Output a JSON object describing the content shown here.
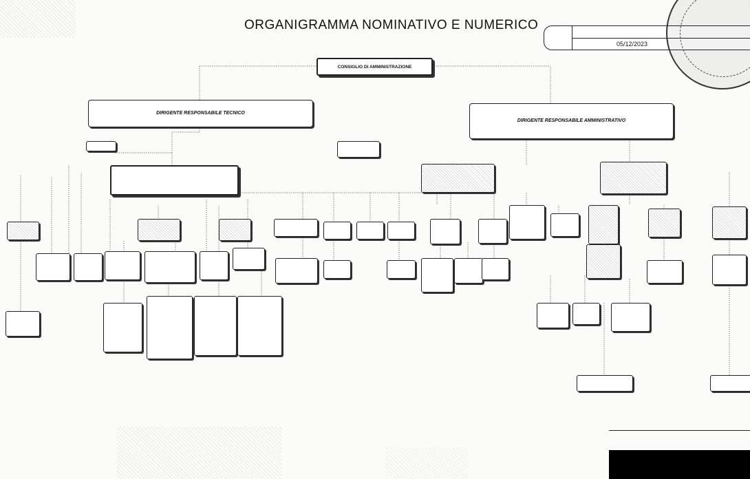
{
  "header": {
    "title": "ORGANIGRAMMA NOMINATIVO E NUMERICO",
    "date_mark": "",
    "date": "05/12/2023"
  },
  "stamp": {
    "logo": "",
    "ring_text": ""
  },
  "chart": {
    "consiglio": "CONSIGLIO DI AMMINISTRAZIONE",
    "dir_tecnico": {
      "title": "DIRIGENTE RESPONSABILE TECNICO",
      "line1": "",
      "line2": "",
      "line3": ""
    },
    "dir_amministrativo": {
      "title": "DIRIGENTE RESPONSABILE AMMINISTRATIVO",
      "line1": "",
      "line2": ""
    },
    "nodes": {
      "rspp": "",
      "gestione_trasporto": "",
      "rup": "",
      "resp_legale": "",
      "resp_amministrativa": "",
      "settore_impianti": "",
      "coordinatore_depurazione": "",
      "cartografia": "",
      "laboratorio_a": "",
      "ufficio_acquisti": "",
      "ufficio_appalti": "",
      "ufficio_personale_a": "",
      "ufficio_segreteria": "",
      "ufficio_legale": "",
      "ufficio_sistemi": "",
      "sistemi_informativi": "",
      "servizi_depurazione": "",
      "contabilita_generale": "",
      "contabilita_magazzino": "",
      "ufficio_tecnico_a": "",
      "ufficio_tecnico_b": "",
      "assistente_a": "",
      "assistente_b": "",
      "assistente_acqua": "",
      "assistenti_acqua": "",
      "laboratorio_b": "",
      "ufficio_acquisti_b": "",
      "ufficio_personale_b": "",
      "ufficio_segreteria_b": "",
      "centralino": "",
      "recupero_crediti": "",
      "coordinatore_fatturazione": "",
      "ufficio_contabilita": "",
      "ufficio_contabilita_b": "",
      "settore_operativo": "",
      "settore_depurazione_a": "",
      "settore_depurazione_b": "",
      "settore_acqua_a": "",
      "settore_acqua_b": "",
      "sportello_a": "",
      "sportello_b": "",
      "fatturazione": "",
      "operatori_lettura": "",
      "magazzino": ""
    }
  },
  "legend": {
    "heading": "",
    "line1": "",
    "line2": "",
    "line3": ""
  }
}
